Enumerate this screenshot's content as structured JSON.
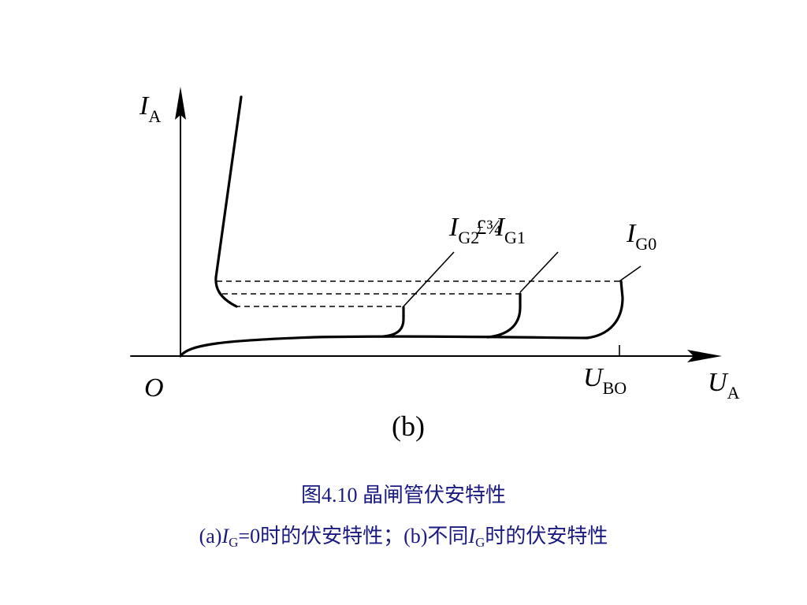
{
  "diagram": {
    "y_axis": {
      "var": "I",
      "sub": "A"
    },
    "x_axis": {
      "var": "U",
      "sub": "A"
    },
    "origin": "O",
    "breakover": {
      "var": "U",
      "sub": "BO"
    },
    "curve_labels": [
      {
        "var": "I",
        "sub": "G2",
        "mid": "£¾",
        "var2": "I",
        "sub2": "G1"
      },
      {
        "var": "I",
        "sub": "G0"
      }
    ],
    "panel_label": "(b)"
  },
  "caption": {
    "title": "图4.10  晶闸管伏安特性",
    "sub_a_prefix": "(a)",
    "sub_a_var": "I",
    "sub_a_sub": "G",
    "sub_a_rest": "=0时的伏安特性；(b)不同",
    "sub_b_var": "I",
    "sub_b_sub": "G",
    "sub_b_rest": "时的伏安特性"
  }
}
